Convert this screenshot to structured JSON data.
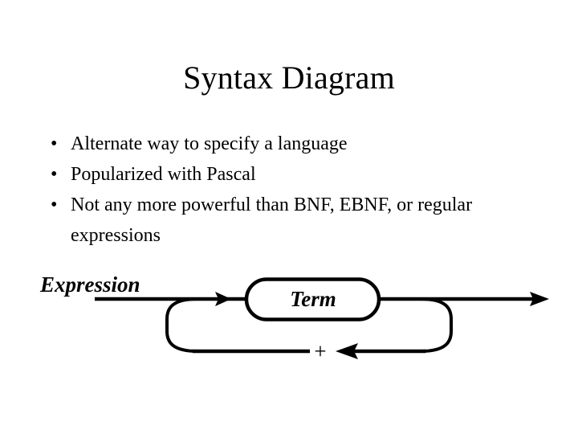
{
  "slide": {
    "title": "Syntax Diagram",
    "background_color": "#ffffff",
    "text_color": "#000000"
  },
  "bullets": [
    {
      "marker": "•",
      "text": "Alternate way to specify a language"
    },
    {
      "marker": "•",
      "text": "Popularized with Pascal"
    },
    {
      "marker": "•",
      "text": "Not any more powerful than BNF, EBNF, or regular expressions"
    }
  ],
  "diagram": {
    "type": "railroad-syntax-diagram",
    "rule_name": "Expression",
    "node_label": "Term",
    "loop_label": "+",
    "line_color": "#000000",
    "node_fill": "#ffffff",
    "entry_arrow": "arrow-right-icon",
    "exit_arrow": "arrow-right-icon",
    "loop_arrow": "arrow-left-icon"
  }
}
